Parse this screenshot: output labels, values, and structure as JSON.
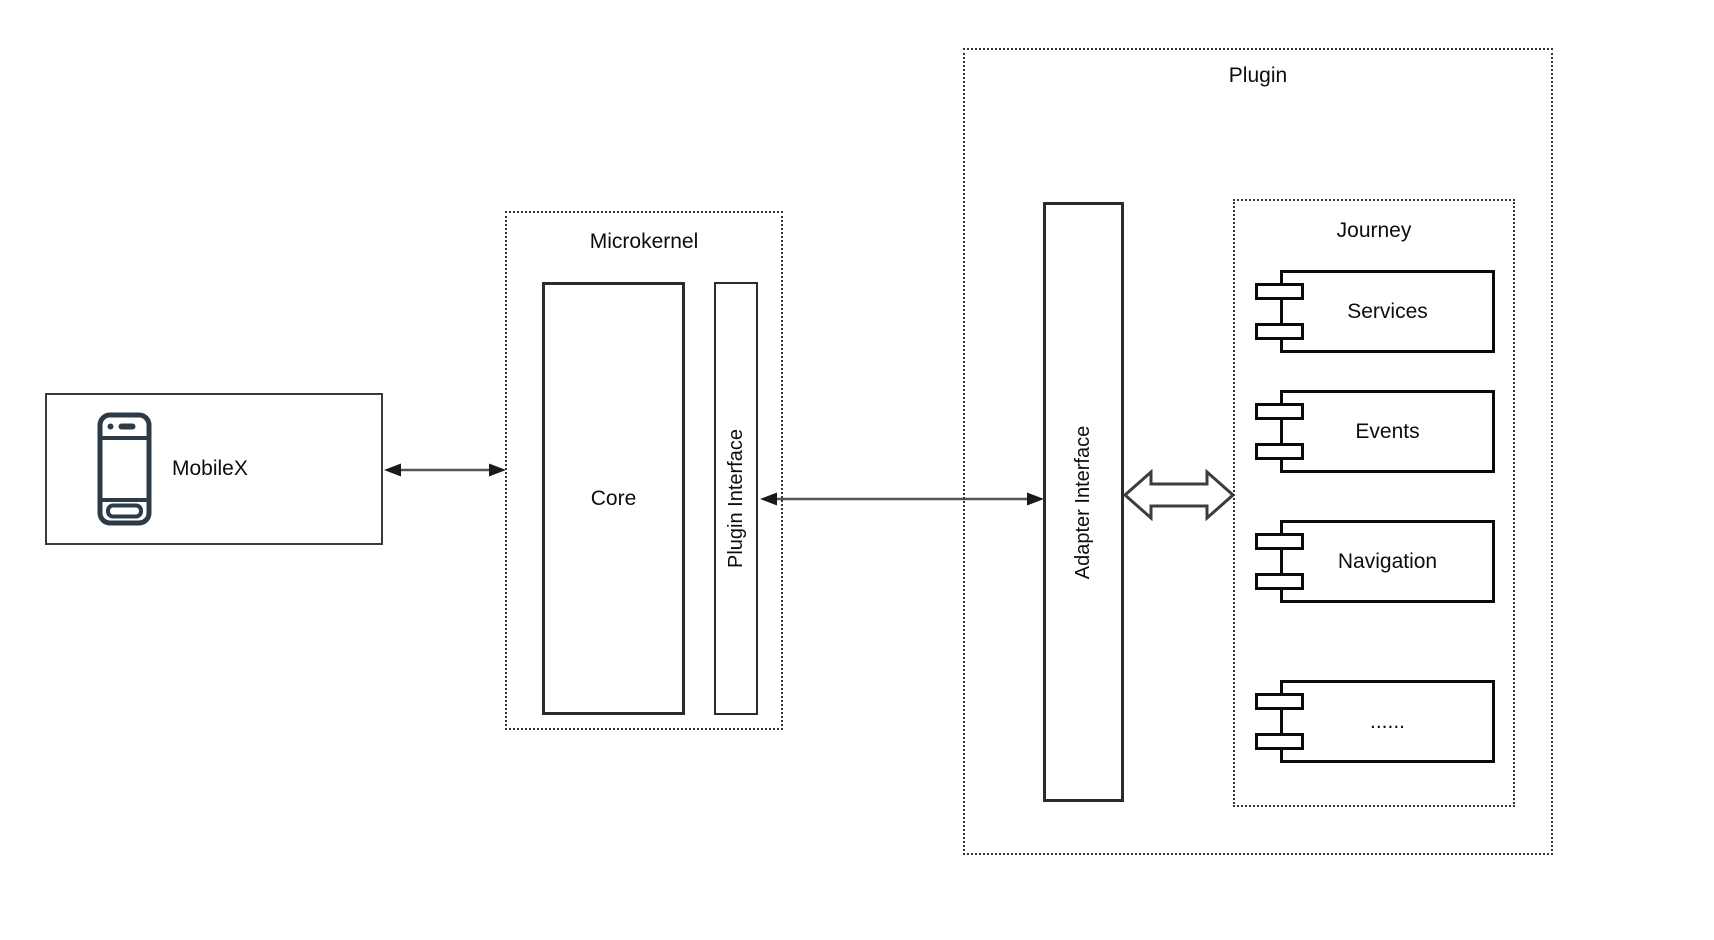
{
  "diagram": {
    "mobilex": {
      "label": "MobileX",
      "icon": "smartphone-icon"
    },
    "arrows": {
      "mobilex_to_microkernel": "double-headed-thin-arrow",
      "plugin_interface_to_adapter_interface": "double-headed-thin-arrow",
      "adapter_interface_to_journey": "double-headed-hollow-arrow"
    },
    "microkernel": {
      "title": "Microkernel",
      "core_label": "Core",
      "plugin_interface_label": "Plugin Interface"
    },
    "plugin": {
      "title": "Plugin",
      "adapter_interface_label": "Adapter Interface",
      "journey": {
        "title": "Journey",
        "components": [
          {
            "label": "Services"
          },
          {
            "label": "Events"
          },
          {
            "label": "Navigation"
          },
          {
            "label": "......"
          }
        ]
      }
    },
    "colors": {
      "line": "#333333",
      "arrow_shaft": "#555555",
      "arrow_head": "#1a1a1a",
      "component_border": "#0a0a0a",
      "phone_icon": "#2d3b49",
      "background": "#ffffff"
    }
  }
}
